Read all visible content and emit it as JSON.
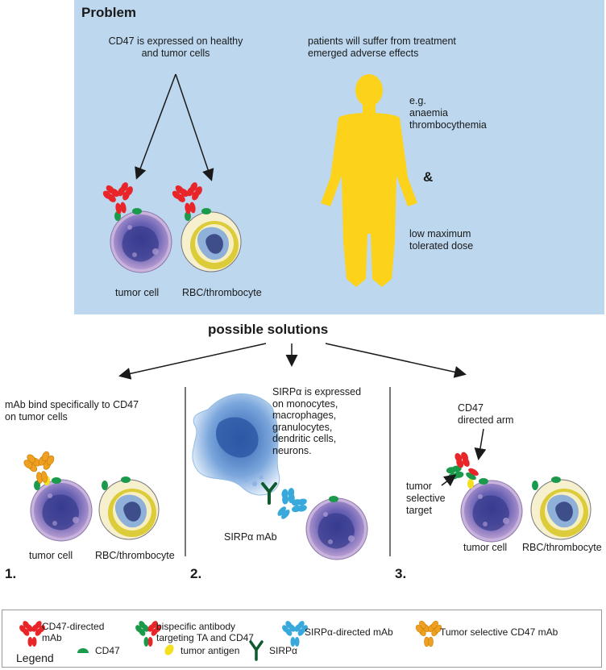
{
  "problem": {
    "title": "Problem",
    "cd47_text_1": "CD47 is expressed on healthy",
    "cd47_text_2": "and tumor cells",
    "patients_text_1": "patients will suffer from treatment",
    "patients_text_2": "emerged adverse effects",
    "eg_1": "e.g.",
    "eg_2": "anaemia",
    "eg_3": "thrombocythemia",
    "ampersand": "&",
    "dose_1": "low maximum",
    "dose_2": "tolerated dose",
    "label_tumor": "tumor cell",
    "label_rbc": "RBC/thrombocyte"
  },
  "solutions_title": "possible solutions",
  "solution1": {
    "number": "1.",
    "text_1": "mAb bind specifically to CD47",
    "text_2": "on tumor cells",
    "label_tumor": "tumor cell",
    "label_rbc": "RBC/thrombocyte"
  },
  "solution2": {
    "number": "2.",
    "lines": [
      "SIRPα is expressed",
      "on monocytes,",
      "macrophages,",
      "granulocytes,",
      "dendritic cells,",
      "neurons."
    ],
    "mab_label": "SIRPα mAb"
  },
  "solution3": {
    "number": "3.",
    "arm_1": "CD47",
    "arm_2": "directed arm",
    "target_1": "tumor",
    "target_2": "selective",
    "target_3": "target",
    "label_tumor": "tumor cell",
    "label_rbc": "RBC/thrombocyte"
  },
  "legend": {
    "title": "Legend",
    "cd47_mab_1": "CD47-directed",
    "cd47_mab_2": "mAb",
    "bispecific_1": "bispecific antibody",
    "bispecific_2": "targeting TA and CD47",
    "sirpa_mab": "SIRPα-directed mAb",
    "tumor_selective": "Tumor selective CD47 mAb",
    "cd47": "CD47",
    "tumor_antigen": "tumor antigen",
    "sirpa": "SIRPα"
  },
  "colors": {
    "problem_bg": "#bcd7ee",
    "antibody_red": "#e8262a",
    "cd47_green": "#1a9a4a",
    "sirpa_mab_blue": "#39a9dc",
    "tumor_selective_orange": "#f0a020",
    "tumor_antigen_yellow": "#f4e01c",
    "sirpa_darkgreen": "#0e5a2e",
    "human_yellow": "#fcd21a"
  }
}
